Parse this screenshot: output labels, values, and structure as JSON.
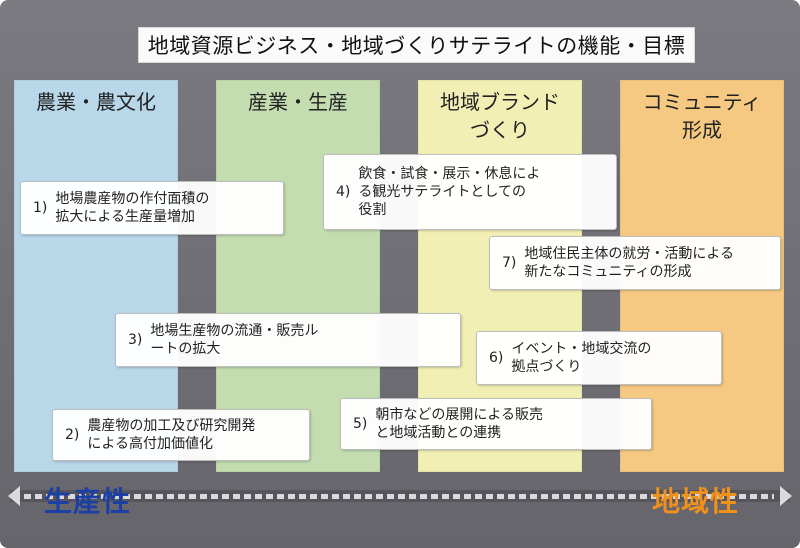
{
  "title": "地域資源ビジネス・地域づくりサテライトの機能・目標",
  "columns": [
    {
      "label": "農業・農文化",
      "color": "#b8d8ea"
    },
    {
      "label": "産業・生産",
      "color": "#c4ddb0"
    },
    {
      "label": "地域ブランド\nづくり",
      "color": "#f2efb4"
    },
    {
      "label": "コミュニティ\n形成",
      "color": "#f5c982"
    }
  ],
  "functions": {
    "f1": {
      "num": "1)",
      "text": "地場農産物の作付面積の\n拡大による生産量増加"
    },
    "f2": {
      "num": "2)",
      "text": "農産物の加工及び研究開発\nによる高付加価値化"
    },
    "f3": {
      "num": "3)",
      "text": "地場生産物の流通・販売ル\nートの拡大"
    },
    "f4": {
      "num": "4)",
      "text": "飲食・試食・展示・休息によ\nる観光サテライトとしての\n役割"
    },
    "f5": {
      "num": "5)",
      "text": "朝市などの展開による販売\nと地域活動との連携"
    },
    "f6": {
      "num": "6)",
      "text": "イベント・地域交流の\n拠点づくり"
    },
    "f7": {
      "num": "7)",
      "text": "地域住民主体の就労・活動による\n新たなコミュニティの形成"
    }
  },
  "axis": {
    "left_label": "生産性",
    "left_color": "#1b3fa3",
    "right_label": "地域性",
    "right_color": "#f0911c",
    "icons": [
      "arrow-left-icon",
      "arrow-right-icon"
    ]
  }
}
